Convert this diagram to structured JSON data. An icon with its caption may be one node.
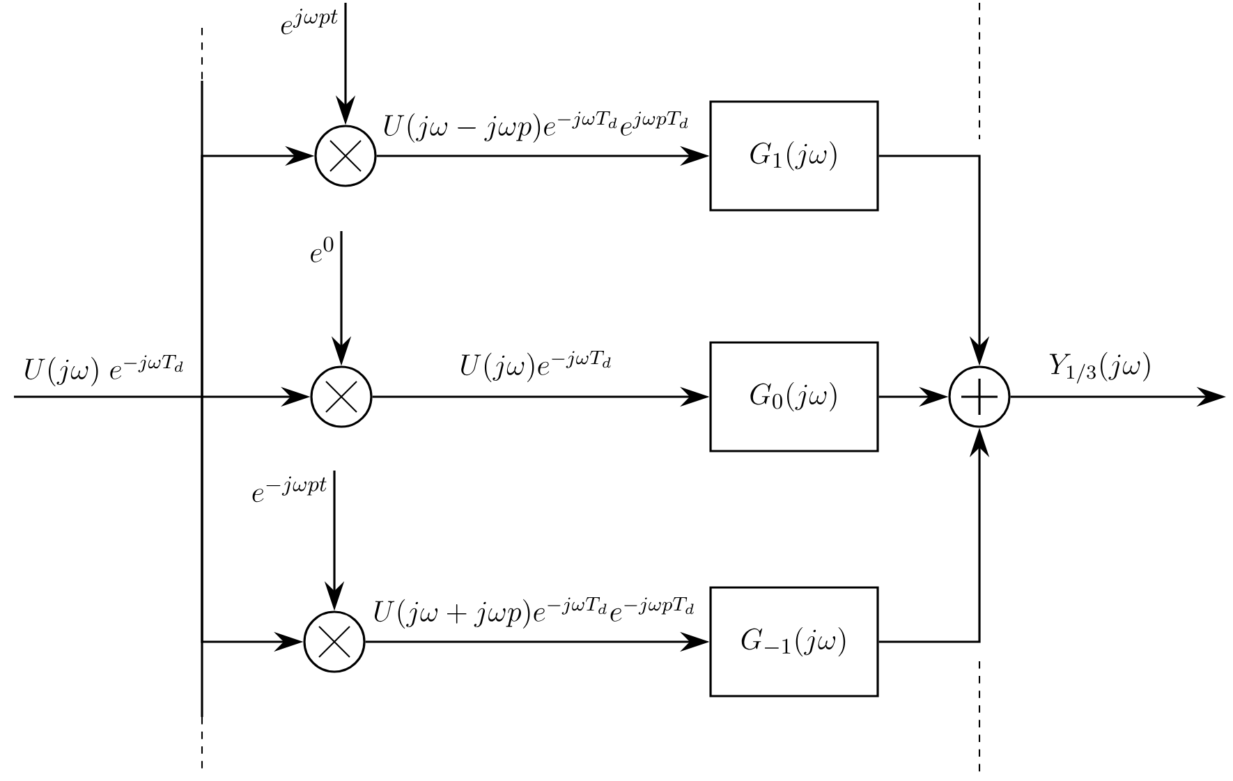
{
  "diagram": {
    "nodes": [
      {
        "text": [
          "e^{j\\omega p t}"
        ]
      },
      {
        "text": [],
        "shape": "circle"
      },
      {
        "text": [
          "G_1(j\\omega)"
        ]
      },
      {
        "text": [
          "e^0"
        ]
      },
      {
        "text": [],
        "shape": "circle"
      },
      {
        "text": [
          "G_0(j\\omega)"
        ]
      },
      {
        "text": [
          "e^{-j\\omega p t}"
        ]
      },
      {
        "text": [],
        "shape": "circle"
      },
      {
        "text": [
          "G_{-1}(j\\omega)"
        ]
      },
      {
        "text": [],
        "shape": "circle"
      }
    ],
    "edges": [
      {
        "from": null,
        "to": 4,
        "arrow": "to",
        "label": "U(j\\omega)\\;e^{-j\\omega T_d}"
      },
      {
        "from": null,
        "to": 1,
        "arrow": "to"
      },
      {
        "from": null,
        "to": 7,
        "arrow": "to"
      },
      {
        "from": 0,
        "to": 1,
        "arrow": "to"
      },
      {
        "from": 3,
        "to": 4,
        "arrow": "to"
      },
      {
        "from": 6,
        "to": 7,
        "arrow": "to"
      },
      {
        "from": 1,
        "to": 2,
        "arrow": "to",
        "label": "U(j\\omega - j\\omega p)e^{-j\\omega T_d}e^{j\\omega p T_d}"
      },
      {
        "from": 4,
        "to": 5,
        "arrow": "to",
        "label": "U(j\\omega)e^{-j\\omega T_d}"
      },
      {
        "from": 7,
        "to": 8,
        "arrow": "to",
        "label": "U(j\\omega + j\\omega p)e^{-j\\omega T_d}e^{-j\\omega p T_d}"
      },
      {
        "from": 2,
        "to": 9,
        "arrow": "to"
      },
      {
        "from": 5,
        "to": 9,
        "arrow": "to"
      },
      {
        "from": 8,
        "to": 9,
        "arrow": "to"
      },
      {
        "from": 9,
        "to": null,
        "arrow": "to",
        "label": "Y_{1/3}(j\\omega)"
      }
    ]
  }
}
